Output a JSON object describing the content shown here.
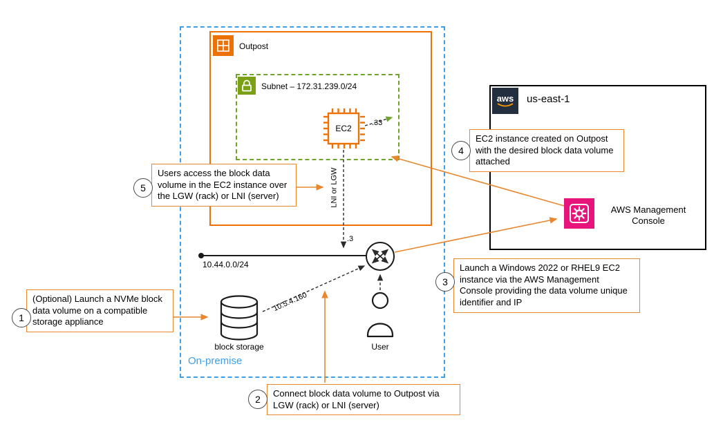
{
  "onprem": {
    "label": "On-premise"
  },
  "outpost": {
    "label": "Outpost"
  },
  "subnet": {
    "label": "Subnet – 172.31.239.0/24"
  },
  "ec2": {
    "label": "EC2",
    "ip_suffix": ".33"
  },
  "network": {
    "lni_lgw": "LNI or LGW",
    "router_ip_suffix": ".3",
    "onprem_cidr": "10.44.0.0/24",
    "storage_ip": "10.5.4.160"
  },
  "storage": {
    "label": "block storage"
  },
  "user": {
    "label": "User"
  },
  "region": {
    "label": "us-east-1",
    "aws_logo": "aws",
    "console_label": "AWS Management Console"
  },
  "callouts": [
    {
      "number": "1",
      "text": "(Optional) Launch a NVMe block data volume on a compatible storage appliance"
    },
    {
      "number": "2",
      "text": "Connect block data volume to Outpost via LGW (rack) or LNI (server)"
    },
    {
      "number": "3",
      "text": "Launch a Windows 2022 or RHEL9 EC2 instance via the AWS Management Console providing the data volume unique identifier and IP"
    },
    {
      "number": "4",
      "text": "EC2 instance created on Outpost with the desired block data volume attached"
    },
    {
      "number": "5",
      "text": "Users access the block data volume in the EC2 instance over the LGW (rack) or LNI (server)"
    }
  ],
  "colors": {
    "aws_orange": "#ED7100",
    "callout_orange": "#E8872E",
    "onprem_blue": "#3E9FE8",
    "subnet_green": "#6FA42C",
    "lock_green": "#7AA116",
    "console_pink": "#E7157B",
    "aws_navy": "#232F3E",
    "smile_orange": "#FF9900"
  }
}
